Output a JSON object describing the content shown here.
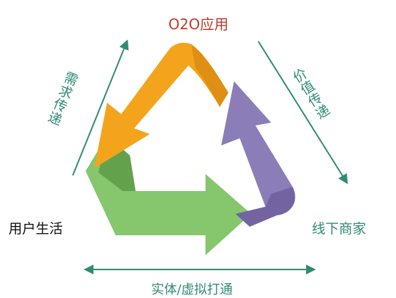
{
  "labels": {
    "top": "O2O应用",
    "left": "用户生活",
    "right": "线下商家",
    "bottom": "实体/虚拟打通",
    "left_diagonal": "需求传递",
    "right_diagonal": "价值传递"
  },
  "colors": {
    "orange": "#F4A41C",
    "orange_dark": "#D98A12",
    "purple": "#8B7DB7",
    "purple_dark": "#6E5F9E",
    "green": "#86C66D",
    "green_dark": "#5E9A48",
    "teal": "#2E8B74",
    "red": "#C0392B",
    "black": "#111111"
  }
}
